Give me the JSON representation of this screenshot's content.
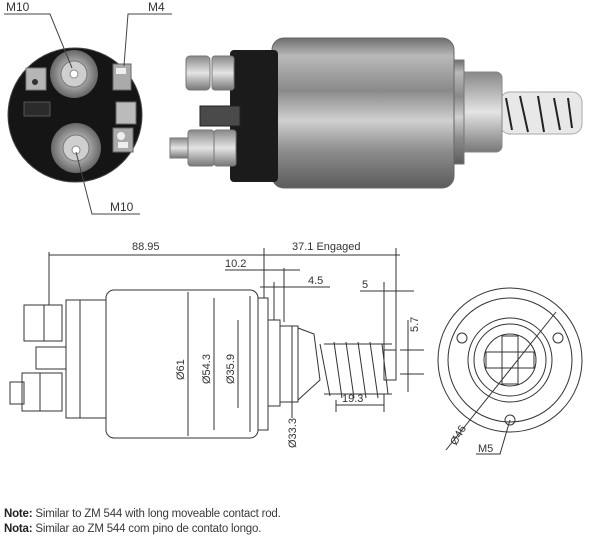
{
  "photo_end_view": {
    "labels": {
      "top_left": "M10",
      "top_right": "M4",
      "bottom": "M10"
    }
  },
  "side_drawing": {
    "dims": {
      "overall_length": "88.95",
      "engaged": "37.1 Engaged",
      "d1": "10.2",
      "d2": "4.5",
      "d3": "5",
      "d4": "5.7",
      "d5": "19.3",
      "dia_body": "Ø61",
      "dia_flange": "Ø54.3",
      "dia_boss": "Ø35.9",
      "dia_nose": "Ø33.3"
    }
  },
  "end_drawing": {
    "labels": {
      "diameter": "Ø46",
      "thread": "M5"
    }
  },
  "notes": [
    {
      "label": "Note:",
      "text": "Similar to ZM 544 with long moveable contact rod."
    },
    {
      "label": "Nota:",
      "text": "Similar ao ZM 544 com pino de contato longo."
    }
  ],
  "colors": {
    "line": "#333333",
    "photo_dark": "#1a1a1a",
    "photo_metal": "#a8a8a8"
  }
}
